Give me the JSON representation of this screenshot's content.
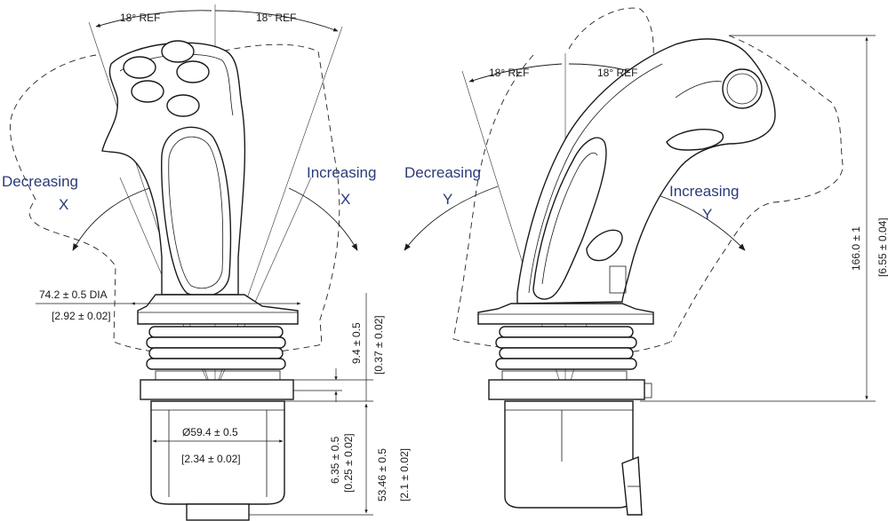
{
  "labels": {
    "left_angle_a": "18° REF",
    "left_angle_b": "18° REF",
    "right_angle_a": "18° REF",
    "right_angle_b": "18° REF",
    "decreasing_x_1": "Decreasing",
    "decreasing_x_2": "X",
    "increasing_x_1": "Increasing",
    "increasing_x_2": "X",
    "decreasing_y_1": "Decreasing",
    "decreasing_y_2": "Y",
    "increasing_y_1": "Increasing",
    "increasing_y_2": "Y",
    "dia_mm": "74.2 ± 0.5 DIA",
    "dia_in": "[2.92 ± 0.02]",
    "boot_mm": "9.4 ± 0.5",
    "boot_in": "[0.37 ± 0.02]",
    "body_dia_mm": "Ø59.4 ± 0.5",
    "body_dia_in": "[2.34 ± 0.02]",
    "flange_mm": "6.35 ± 0.5",
    "flange_in": "[0.25 ± 0.02]",
    "depth_mm": "53.46 ± 0.5",
    "depth_in": "[2.1 ± 0.02]",
    "height_mm": "166.0 ± 1",
    "height_in": "[6.55 ± 0.04]"
  }
}
